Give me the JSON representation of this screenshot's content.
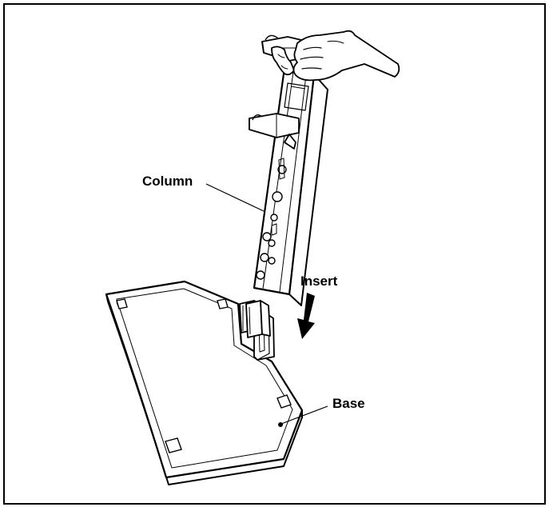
{
  "labels": {
    "column": "Column",
    "insert": "Insert",
    "base": "Base"
  },
  "colors": {
    "line": "#000000",
    "background": "#ffffff"
  },
  "icons": {
    "arrow": "insert-arrow-icon",
    "hand": "hand-icon"
  }
}
